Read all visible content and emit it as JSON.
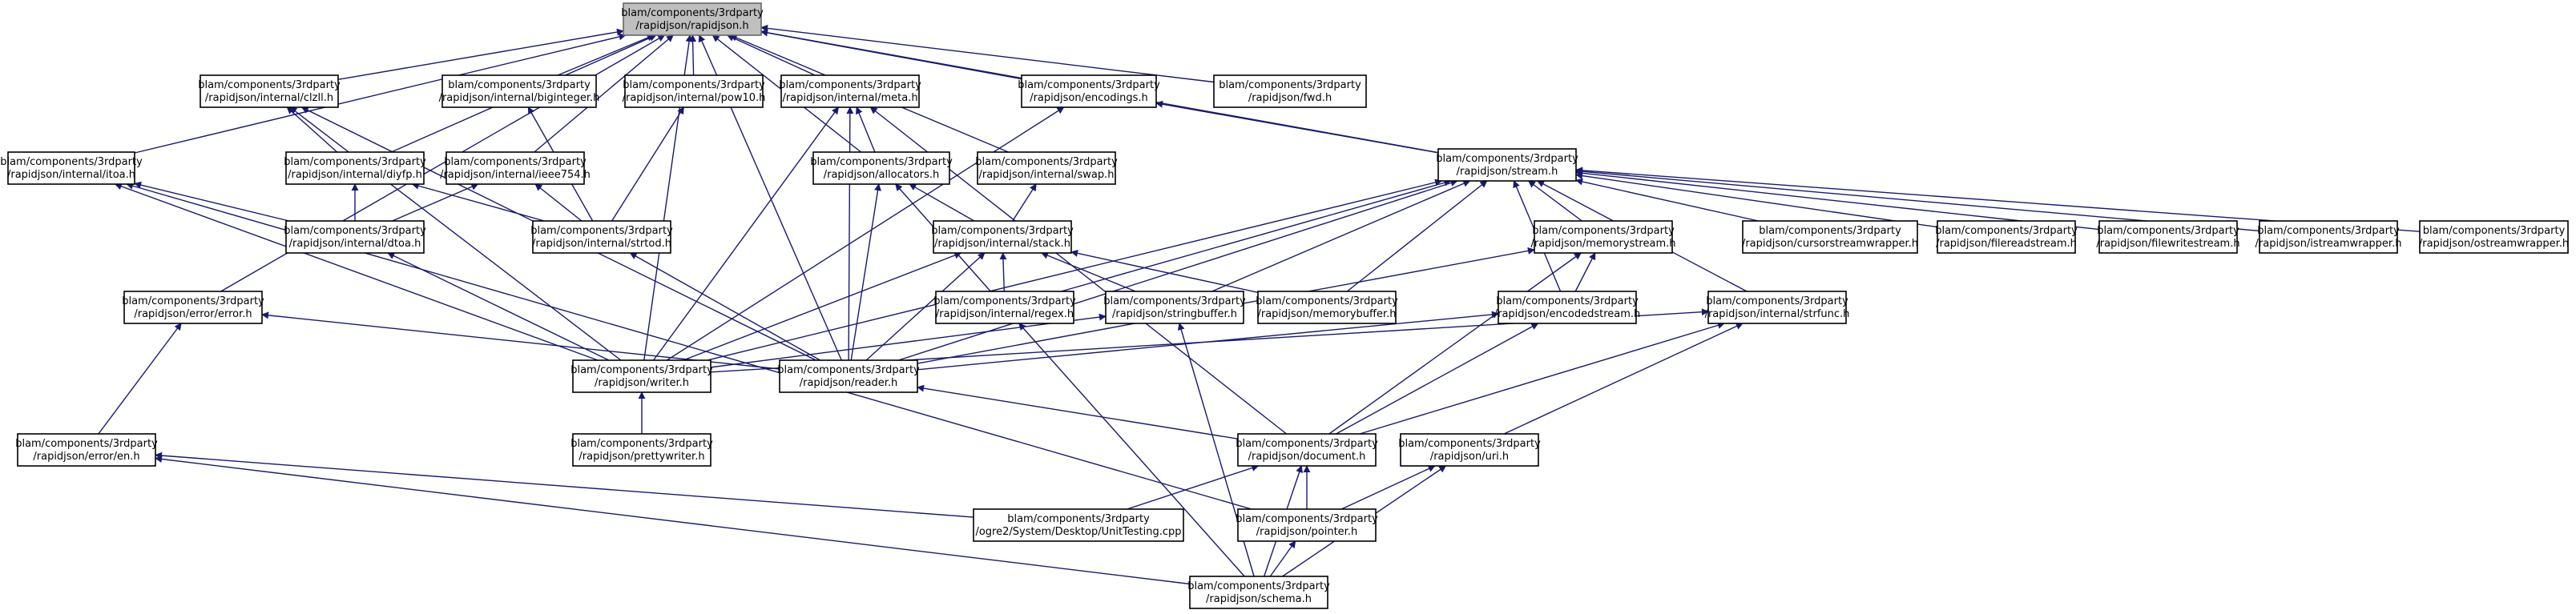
{
  "graph": {
    "colors": {
      "edge": "#191970",
      "root_fill": "#bfbfbf",
      "node_fill": "#ffffff",
      "border": "#000000"
    },
    "nodes": [
      {
        "id": "rapidjson",
        "line1": "blam/components/3rdparty",
        "line2": "/rapidjson/rapidjson.h",
        "root": true
      },
      {
        "id": "itoa",
        "line1": "blam/components/3rdparty",
        "line2": "/rapidjson/internal/itoa.h"
      },
      {
        "id": "clzll",
        "line1": "blam/components/3rdparty",
        "line2": "/rapidjson/internal/clzll.h"
      },
      {
        "id": "biginteger",
        "line1": "blam/components/3rdparty",
        "line2": "/rapidjson/internal/biginteger.h"
      },
      {
        "id": "pow10",
        "line1": "blam/components/3rdparty",
        "line2": "/rapidjson/internal/pow10.h"
      },
      {
        "id": "meta",
        "line1": "blam/components/3rdparty",
        "line2": "/rapidjson/internal/meta.h"
      },
      {
        "id": "encodings",
        "line1": "blam/components/3rdparty",
        "line2": "/rapidjson/encodings.h"
      },
      {
        "id": "fwd",
        "line1": "blam/components/3rdparty",
        "line2": "/rapidjson/fwd.h"
      },
      {
        "id": "diyfp",
        "line1": "blam/components/3rdparty",
        "line2": "/rapidjson/internal/diyfp.h"
      },
      {
        "id": "ieee754",
        "line1": "blam/components/3rdparty",
        "line2": "/rapidjson/internal/ieee754.h"
      },
      {
        "id": "allocators",
        "line1": "blam/components/3rdparty",
        "line2": "/rapidjson/allocators.h"
      },
      {
        "id": "swap",
        "line1": "blam/components/3rdparty",
        "line2": "/rapidjson/internal/swap.h"
      },
      {
        "id": "stream",
        "line1": "blam/components/3rdparty",
        "line2": "/rapidjson/stream.h"
      },
      {
        "id": "dtoa",
        "line1": "blam/components/3rdparty",
        "line2": "/rapidjson/internal/dtoa.h"
      },
      {
        "id": "strtod",
        "line1": "blam/components/3rdparty",
        "line2": "/rapidjson/internal/strtod.h"
      },
      {
        "id": "stack",
        "line1": "blam/components/3rdparty",
        "line2": "/rapidjson/internal/stack.h"
      },
      {
        "id": "memorystream",
        "line1": "blam/components/3rdparty",
        "line2": "/rapidjson/memorystream.h"
      },
      {
        "id": "cursorstreamwrapper",
        "line1": "blam/components/3rdparty",
        "line2": "/rapidjson/cursorstreamwrapper.h"
      },
      {
        "id": "filereadstream",
        "line1": "blam/components/3rdparty",
        "line2": "/rapidjson/filereadstream.h"
      },
      {
        "id": "filewritestream",
        "line1": "blam/components/3rdparty",
        "line2": "/rapidjson/filewritestream.h"
      },
      {
        "id": "istreamwrapper",
        "line1": "blam/components/3rdparty",
        "line2": "/rapidjson/istreamwrapper.h"
      },
      {
        "id": "ostreamwrapper",
        "line1": "blam/components/3rdparty",
        "line2": "/rapidjson/ostreamwrapper.h"
      },
      {
        "id": "errorerror",
        "line1": "blam/components/3rdparty",
        "line2": "/rapidjson/error/error.h"
      },
      {
        "id": "regex",
        "line1": "blam/components/3rdparty",
        "line2": "/rapidjson/internal/regex.h"
      },
      {
        "id": "stringbuffer",
        "line1": "blam/components/3rdparty",
        "line2": "/rapidjson/stringbuffer.h"
      },
      {
        "id": "memorybuffer",
        "line1": "blam/components/3rdparty",
        "line2": "/rapidjson/memorybuffer.h"
      },
      {
        "id": "encodedstream",
        "line1": "blam/components/3rdparty",
        "line2": "/rapidjson/encodedstream.h"
      },
      {
        "id": "strfunc",
        "line1": "blam/components/3rdparty",
        "line2": "/rapidjson/internal/strfunc.h"
      },
      {
        "id": "writer",
        "line1": "blam/components/3rdparty",
        "line2": "/rapidjson/writer.h"
      },
      {
        "id": "reader",
        "line1": "blam/components/3rdparty",
        "line2": "/rapidjson/reader.h"
      },
      {
        "id": "erroren",
        "line1": "blam/components/3rdparty",
        "line2": "/rapidjson/error/en.h"
      },
      {
        "id": "prettywriter",
        "line1": "blam/components/3rdparty",
        "line2": "/rapidjson/prettywriter.h"
      },
      {
        "id": "document",
        "line1": "blam/components/3rdparty",
        "line2": "/rapidjson/document.h"
      },
      {
        "id": "uri",
        "line1": "blam/components/3rdparty",
        "line2": "/rapidjson/uri.h"
      },
      {
        "id": "unittesting",
        "line1": "blam/components/3rdparty",
        "line2": "/ogre2/System/Desktop/UnitTesting.cpp"
      },
      {
        "id": "pointer",
        "line1": "blam/components/3rdparty",
        "line2": "/rapidjson/pointer.h"
      },
      {
        "id": "schema",
        "line1": "blam/components/3rdparty",
        "line2": "/rapidjson/schema.h"
      }
    ]
  }
}
